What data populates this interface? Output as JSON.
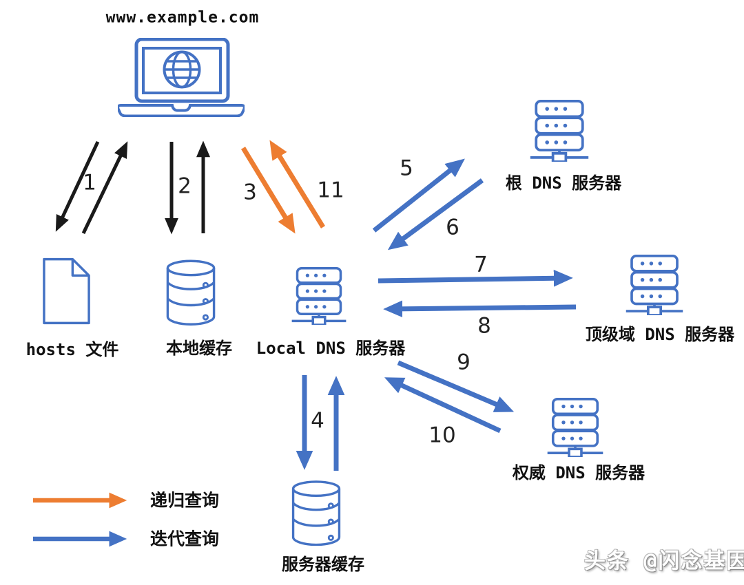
{
  "title": "www.example.com",
  "colors": {
    "blue": "#4472C4",
    "orange": "#ED7D31",
    "black": "#1a1a1a"
  },
  "nodes": {
    "client": "www.example.com",
    "hosts_file": "hosts 文件",
    "local_cache": "本地缓存",
    "local_dns": "Local DNS 服务器",
    "root_dns": "根 DNS 服务器",
    "tld_dns": "顶级域 DNS 服务器",
    "auth_dns": "权威 DNS 服务器",
    "server_cache": "服务器缓存"
  },
  "steps": {
    "1": "1",
    "2": "2",
    "3": "3",
    "4": "4",
    "5": "5",
    "6": "6",
    "7": "7",
    "8": "8",
    "9": "9",
    "10": "10",
    "11": "11"
  },
  "legend": {
    "recursive": "递归查询",
    "iterative": "迭代查询"
  },
  "watermark": "头条 @闪念基因"
}
